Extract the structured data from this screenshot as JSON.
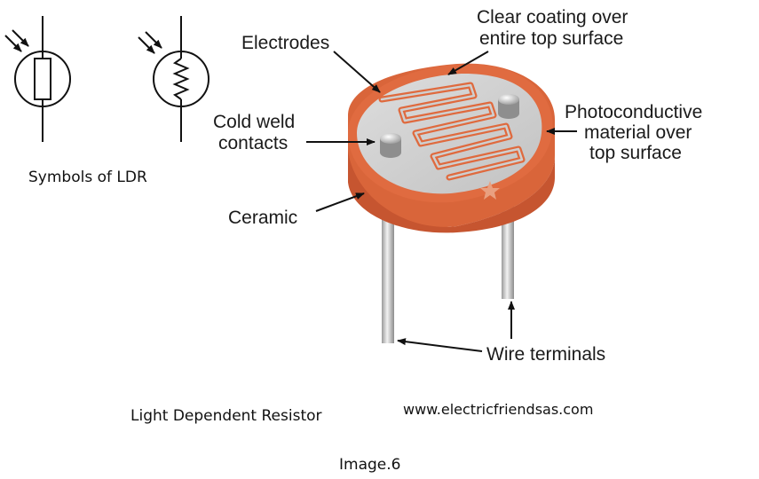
{
  "labels": {
    "clear_coating_1": "Clear coating over",
    "clear_coating_2": "entire top surface",
    "electrodes": "Electrodes",
    "photoconductive_1": "Photoconductive",
    "photoconductive_2": "material over",
    "photoconductive_3": "top surface",
    "cold_weld_1": "Cold weld",
    "cold_weld_2": "contacts",
    "ceramic": "Ceramic",
    "wire_terminals": "Wire terminals"
  },
  "captions": {
    "symbols": "Symbols of LDR",
    "component_name": "Light Dependent Resistor",
    "website": "www.electricfriendsas.com",
    "image_number": "Image.6"
  },
  "colors": {
    "ceramic": "#d9653a",
    "ceramic_dark": "#c65530",
    "top_surface": "#cfcfcf",
    "electrode_track": "#df6a3e",
    "wire": "#c9c9c9"
  }
}
